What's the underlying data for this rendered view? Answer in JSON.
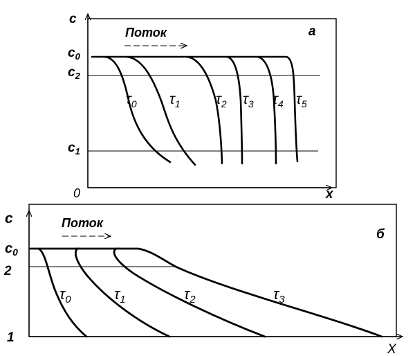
{
  "panel_a": {
    "panel_label": "а",
    "axis_y_label": "c",
    "axis_x_label": "x",
    "origin_label": "0",
    "flow_label": "Поток",
    "levels": {
      "c0": {
        "letter": "c",
        "sub": "0"
      },
      "c2": {
        "letter": "c",
        "sub": "2"
      },
      "c1": {
        "letter": "c",
        "sub": "1"
      }
    },
    "curves": [
      {
        "letter": "τ",
        "sub": "0"
      },
      {
        "letter": "τ",
        "sub": "1"
      },
      {
        "letter": "τ",
        "sub": "2"
      },
      {
        "letter": "τ",
        "sub": "3"
      },
      {
        "letter": "τ",
        "sub": "4"
      },
      {
        "letter": "τ",
        "sub": "5"
      }
    ]
  },
  "panel_b": {
    "panel_label": "б",
    "axis_y_label": "c",
    "axis_x_label": "X",
    "flow_label": "Поток",
    "levels": {
      "c0": {
        "letter": "c",
        "sub": "0"
      },
      "level2": "2",
      "level1": "1"
    },
    "curves": [
      {
        "letter": "τ",
        "sub": "0"
      },
      {
        "letter": "τ",
        "sub": "1"
      },
      {
        "letter": "τ",
        "sub": "2"
      },
      {
        "letter": "τ",
        "sub": "3"
      }
    ]
  }
}
